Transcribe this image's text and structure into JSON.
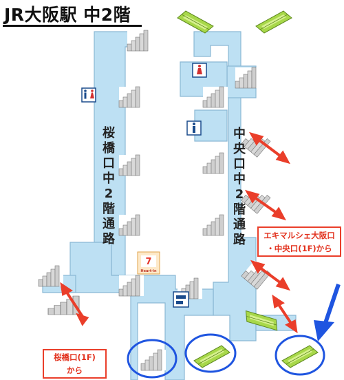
{
  "title": "JR大阪駅 中2階",
  "corridor_west_label": "桜橋口中2階通路",
  "corridor_central_label": "中央口中2階通路",
  "callout_east_line1": "エキマルシェ大阪口",
  "callout_east_line2": "・中央口(1F)から",
  "callout_west_line1": "桜橋口(1F)",
  "callout_west_line2": "から",
  "store_logo_text": "Heart-in",
  "colors": {
    "corridor": "#bde0f3",
    "corridor_outline": "#8ab8d4",
    "escalator": "#a8d84a",
    "arrow_red": "#ea3e2a",
    "highlight_blue": "#1f55e0"
  }
}
